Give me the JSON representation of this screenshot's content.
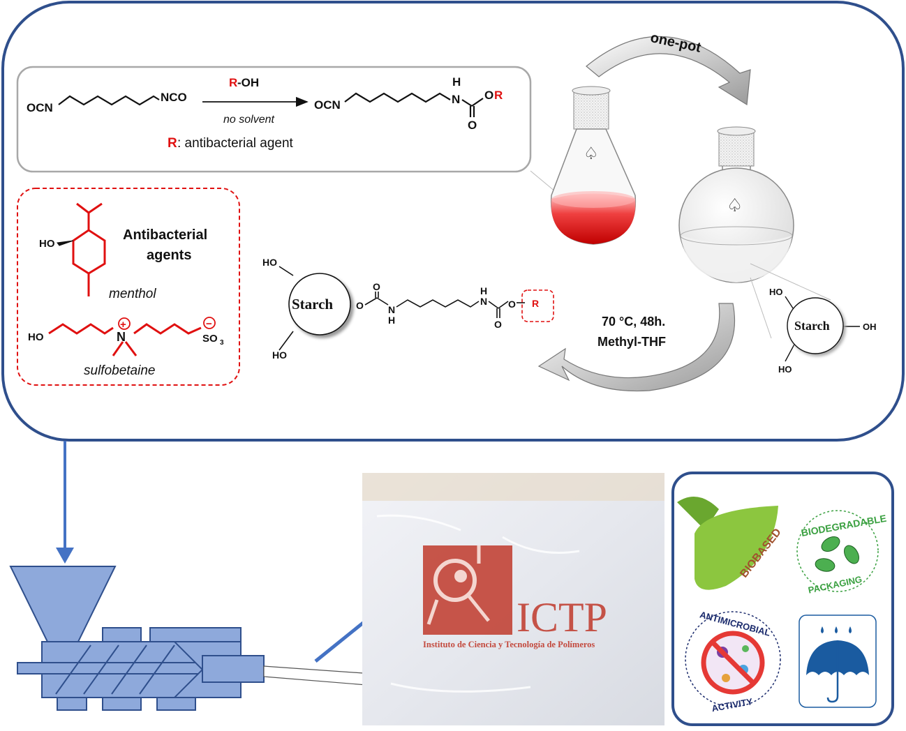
{
  "reaction": {
    "reagent_prefix": "R",
    "reagent_suffix": "-OH",
    "condition": "no solvent",
    "left_group": "OCN",
    "right_group": "NCO",
    "product_left": "OCN",
    "product_n": "N",
    "product_h": "H",
    "product_o": "O",
    "product_or_o": "O",
    "product_or_r": "R",
    "legend_r": "R",
    "legend_text": ": antibacterial agent"
  },
  "agents": {
    "title_line1": "Antibacterial",
    "title_line2": "agents",
    "menthol_ho": "HO",
    "menthol_name": "menthol",
    "sulfo_ho": "HO",
    "sulfo_n": "N",
    "sulfo_plus": "+",
    "sulfo_minus": "−",
    "sulfo_so3": "SO",
    "sulfo_so3_sub": "3",
    "sulfo_name": "sulfobetaine"
  },
  "cycle": {
    "one_pot": "one-pot",
    "cond_line1": "70 °C, 48h.",
    "cond_line2": "Methyl-THF"
  },
  "starch_product": {
    "label": "Starch",
    "ho_top": "HO",
    "ho_bottom": "HO",
    "o1": "O",
    "o_carbonyl1": "O",
    "nh1": "N",
    "h1": "H",
    "nh2": "N",
    "h2": "H",
    "o_carbonyl2": "O",
    "o2": "O",
    "r": "R"
  },
  "starch_raw": {
    "label": "Starch",
    "ho_top": "HO",
    "oh_right": "OH",
    "ho_bottom": "HO"
  },
  "bag": {
    "logo_text": "ICTP",
    "subtitle": "Instituto de Ciencia y Tecnología de Polímeros"
  },
  "badges": {
    "biobased": "BIOBASED",
    "biodegradable": "BIODEGRADABLE",
    "packaging": "PACKAGING",
    "antimicrobial": "ANTIMICROBIAL",
    "activity": "ACTIVITY"
  },
  "colors": {
    "frame_blue": "#2f4f8c",
    "extruder_blue": "#8ea9db",
    "arrow_blue": "#4472c4",
    "red": "#e01010",
    "logo_red": "#c0392b",
    "leaf_green": "#8cc63f",
    "recycle_green": "#3aa040"
  },
  "icons": [
    "flask-icon",
    "spade-icon",
    "extruder-icon",
    "recycle-icon",
    "umbrella-icon",
    "leaf-icon",
    "no-bacteria-icon"
  ]
}
